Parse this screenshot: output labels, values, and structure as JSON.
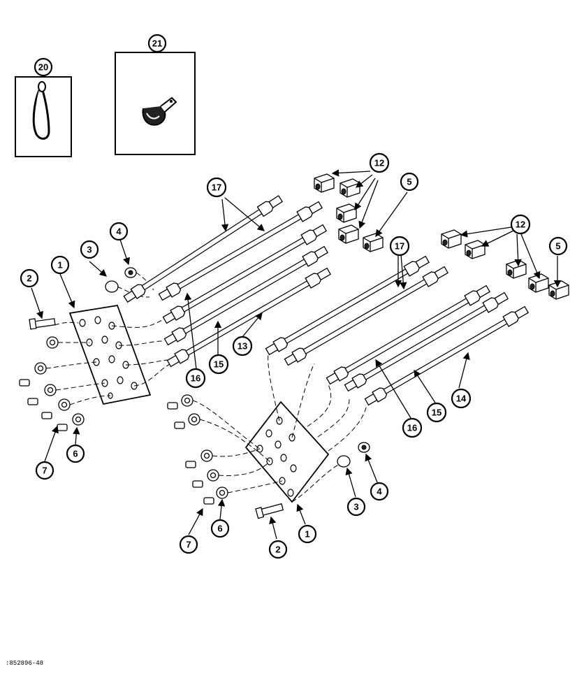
{
  "figure_id": ":852896-48",
  "callouts": {
    "c20": "20",
    "c21": "21",
    "c17a": "17",
    "c12a": "12",
    "c5a": "5",
    "c3a": "3",
    "c4a": "4",
    "c2a": "2",
    "c1a": "1",
    "c16a": "16",
    "c15a": "15",
    "c13": "13",
    "c7a": "7",
    "c6a": "6",
    "c17b": "17",
    "c12b": "12",
    "c5b": "5",
    "c16b": "16",
    "c15b": "15",
    "c14": "14",
    "c3b": "3",
    "c4b": "4",
    "c7b": "7",
    "c6b": "6",
    "c2b": "2",
    "c1b": "1"
  },
  "icons": [
    "tie-strap-icon",
    "hose-clamp-icon"
  ]
}
